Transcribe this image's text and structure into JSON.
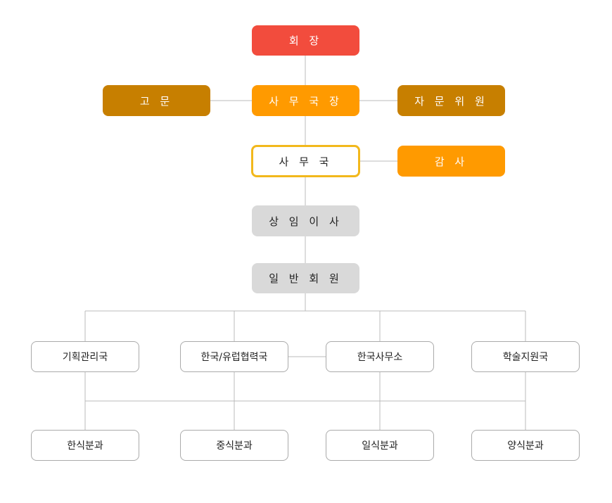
{
  "colors": {
    "president": "#f24c3d",
    "secretary_general": "#ff9a00",
    "advisor": "#c77f00",
    "secretariat_border": "#f2b81c",
    "auditor": "#ff9a00",
    "gray_node": "#d9d9d9",
    "outline_border": "#aaaaaa",
    "connector": "#bbbbbb"
  },
  "org": {
    "president": "회 장",
    "secretary_general": "사 무 국 장",
    "advisor": "고 문",
    "advisory_committee": "자 문 위 원",
    "secretariat": "사 무 국",
    "auditor": "감 사",
    "standing_directors": "상 임 이 사",
    "general_members": "일 반 회 원",
    "departments": [
      "기획관리국",
      "한국/유럽협력국",
      "한국사무소",
      "학술지원국"
    ],
    "divisions": [
      "한식분과",
      "중식분과",
      "일식분과",
      "양식분과"
    ]
  }
}
